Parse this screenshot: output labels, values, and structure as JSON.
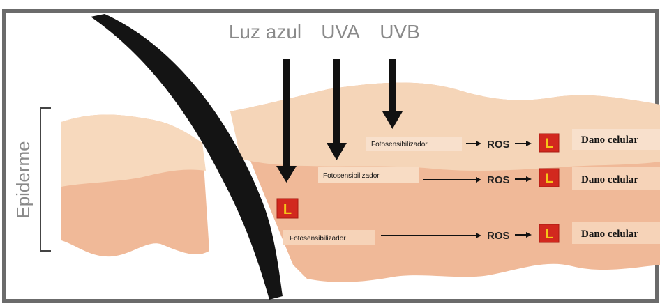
{
  "light_sources": {
    "blue_light": "Luz azul",
    "uva": "UVA",
    "uvb": "UVB"
  },
  "layer_label": "Epiderme",
  "pathways": [
    {
      "sensitizer": "Fotosensibilizador",
      "ros": "ROS",
      "marker": "L",
      "damage": "Dano celular"
    },
    {
      "sensitizer": "Fotosensibilizador",
      "ros": "ROS",
      "marker": "L",
      "damage": "Dano celular"
    },
    {
      "sensitizer": "Fotosensibilizador",
      "ros": "ROS",
      "marker": "L",
      "damage": "Dano celular"
    }
  ],
  "absorbed_marker": "L",
  "colors": {
    "frame": "#6b6b6b",
    "skin_light": "#f5d5b8",
    "skin_mid": "#f0b998",
    "skin_outer": "#f7d9bd",
    "hair": "#141414",
    "marker_fill": "#d2281e",
    "marker_letter": "#f5c518",
    "label_gray": "#8a8a8a"
  }
}
